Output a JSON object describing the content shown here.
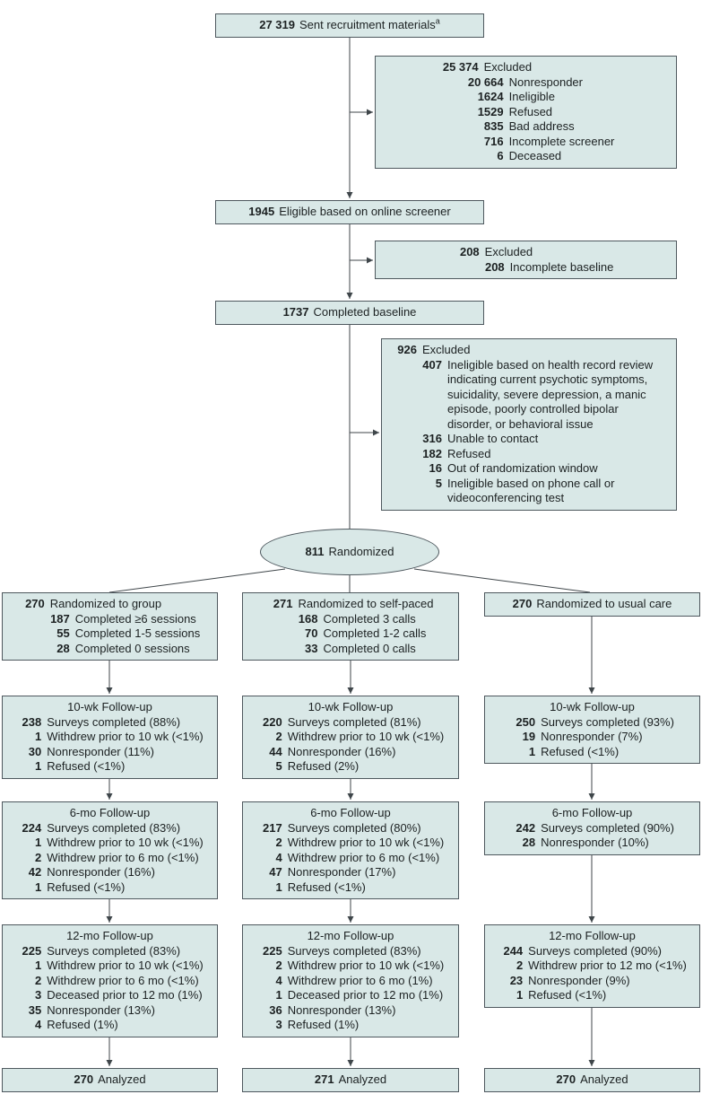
{
  "figure": {
    "box_fill": "#d9e8e7",
    "box_border": "#4e585e",
    "line_color": "#3f464a"
  },
  "main": {
    "recruited": {
      "num": "27 319",
      "label": "Sent recruitment materials",
      "superscript": "a"
    },
    "excluded_screening": {
      "rows": [
        {
          "num": "25 374",
          "label": "Excluded",
          "indent": 0
        },
        {
          "num": "20 664",
          "label": "Nonresponder",
          "indent": 1
        },
        {
          "num": "1624",
          "label": "Ineligible",
          "indent": 1
        },
        {
          "num": "1529",
          "label": "Refused",
          "indent": 1
        },
        {
          "num": "835",
          "label": "Bad address",
          "indent": 1
        },
        {
          "num": "716",
          "label": "Incomplete screener",
          "indent": 1
        },
        {
          "num": "6",
          "label": "Deceased",
          "indent": 1
        }
      ]
    },
    "eligible": {
      "num": "1945",
      "label": "Eligible based on online screener"
    },
    "excluded_baseline": {
      "rows": [
        {
          "num": "208",
          "label": "Excluded",
          "indent": 0
        },
        {
          "num": "208",
          "label": "Incomplete baseline",
          "indent": 1
        }
      ]
    },
    "baseline": {
      "num": "1737",
      "label": "Completed baseline"
    },
    "excluded_randomization": {
      "rows": [
        {
          "num": "926",
          "label": "Excluded",
          "indent": 0
        },
        {
          "num": "407",
          "label": "Ineligible based on health record review indicating current psychotic symptoms, suicidality, severe depression, a manic episode, poorly controlled bipolar disorder, or behavioral issue",
          "indent": 1
        },
        {
          "num": "316",
          "label": "Unable to contact",
          "indent": 1
        },
        {
          "num": "182",
          "label": "Refused",
          "indent": 1
        },
        {
          "num": "16",
          "label": "Out of randomization window",
          "indent": 1
        },
        {
          "num": "5",
          "label": "Ineligible based on phone call or videoconferencing test",
          "indent": 1
        }
      ]
    },
    "randomized": {
      "num": "811",
      "label": "Randomized"
    }
  },
  "arms": [
    {
      "name": "group",
      "assignment": {
        "rows": [
          {
            "num": "270",
            "label": "Randomized to group",
            "indent": 0
          },
          {
            "num": "187",
            "label": "Completed ≥6 sessions",
            "indent": 1
          },
          {
            "num": "55",
            "label": "Completed 1-5 sessions",
            "indent": 1
          },
          {
            "num": "28",
            "label": "Completed 0 sessions",
            "indent": 1
          }
        ]
      },
      "followup_10wk": {
        "title": "10-wk Follow-up",
        "rows": [
          {
            "num": "238",
            "label": "Surveys completed (88%)"
          },
          {
            "num": "1",
            "label": "Withdrew prior to 10 wk (<1%)"
          },
          {
            "num": "30",
            "label": "Nonresponder (11%)"
          },
          {
            "num": "1",
            "label": "Refused (<1%)"
          }
        ]
      },
      "followup_6mo": {
        "title": "6-mo Follow-up",
        "rows": [
          {
            "num": "224",
            "label": "Surveys completed (83%)"
          },
          {
            "num": "1",
            "label": "Withdrew prior to 10 wk (<1%)"
          },
          {
            "num": "2",
            "label": "Withdrew prior to 6 mo (<1%)"
          },
          {
            "num": "42",
            "label": "Nonresponder (16%)"
          },
          {
            "num": "1",
            "label": "Refused (<1%)"
          }
        ]
      },
      "followup_12mo": {
        "title": "12-mo Follow-up",
        "rows": [
          {
            "num": "225",
            "label": "Surveys completed (83%)"
          },
          {
            "num": "1",
            "label": "Withdrew prior to 10 wk (<1%)"
          },
          {
            "num": "2",
            "label": "Withdrew prior to 6 mo (<1%)"
          },
          {
            "num": "3",
            "label": "Deceased prior to 12 mo (1%)"
          },
          {
            "num": "35",
            "label": "Nonresponder (13%)"
          },
          {
            "num": "4",
            "label": "Refused (1%)"
          }
        ]
      },
      "analyzed": {
        "num": "270",
        "label": "Analyzed"
      }
    },
    {
      "name": "self-paced",
      "assignment": {
        "rows": [
          {
            "num": "271",
            "label": "Randomized to self-paced",
            "indent": 0
          },
          {
            "num": "168",
            "label": "Completed 3 calls",
            "indent": 1
          },
          {
            "num": "70",
            "label": "Completed 1-2 calls",
            "indent": 1
          },
          {
            "num": "33",
            "label": "Completed 0 calls",
            "indent": 1
          }
        ]
      },
      "followup_10wk": {
        "title": "10-wk Follow-up",
        "rows": [
          {
            "num": "220",
            "label": "Surveys completed (81%)"
          },
          {
            "num": "2",
            "label": "Withdrew prior to 10 wk (<1%)"
          },
          {
            "num": "44",
            "label": "Nonresponder (16%)"
          },
          {
            "num": "5",
            "label": "Refused (2%)"
          }
        ]
      },
      "followup_6mo": {
        "title": "6-mo Follow-up",
        "rows": [
          {
            "num": "217",
            "label": "Surveys completed (80%)"
          },
          {
            "num": "2",
            "label": "Withdrew prior to 10 wk (<1%)"
          },
          {
            "num": "4",
            "label": "Withdrew prior to 6 mo (<1%)"
          },
          {
            "num": "47",
            "label": "Nonresponder (17%)"
          },
          {
            "num": "1",
            "label": "Refused (<1%)"
          }
        ]
      },
      "followup_12mo": {
        "title": "12-mo Follow-up",
        "rows": [
          {
            "num": "225",
            "label": "Surveys completed (83%)"
          },
          {
            "num": "2",
            "label": "Withdrew prior to 10 wk (<1%)"
          },
          {
            "num": "4",
            "label": "Withdrew prior to 6 mo (1%)"
          },
          {
            "num": "1",
            "label": "Deceased prior to 12 mo (1%)"
          },
          {
            "num": "36",
            "label": "Nonresponder (13%)"
          },
          {
            "num": "3",
            "label": "Refused (1%)"
          }
        ]
      },
      "analyzed": {
        "num": "271",
        "label": "Analyzed"
      }
    },
    {
      "name": "usual care",
      "assignment": {
        "rows": [
          {
            "num": "270",
            "label": "Randomized to usual care",
            "indent": 0
          }
        ]
      },
      "followup_10wk": {
        "title": "10-wk Follow-up",
        "rows": [
          {
            "num": "250",
            "label": "Surveys completed (93%)"
          },
          {
            "num": "19",
            "label": "Nonresponder (7%)"
          },
          {
            "num": "1",
            "label": "Refused (<1%)"
          }
        ]
      },
      "followup_6mo": {
        "title": "6-mo Follow-up",
        "rows": [
          {
            "num": "242",
            "label": "Surveys completed (90%)"
          },
          {
            "num": "28",
            "label": "Nonresponder (10%)"
          }
        ]
      },
      "followup_12mo": {
        "title": "12-mo Follow-up",
        "rows": [
          {
            "num": "244",
            "label": "Surveys completed (90%)"
          },
          {
            "num": "2",
            "label": "Withdrew prior to 12 mo (<1%)"
          },
          {
            "num": "23",
            "label": "Nonresponder (9%)"
          },
          {
            "num": "1",
            "label": "Refused (<1%)"
          }
        ]
      },
      "analyzed": {
        "num": "270",
        "label": "Analyzed"
      }
    }
  ]
}
